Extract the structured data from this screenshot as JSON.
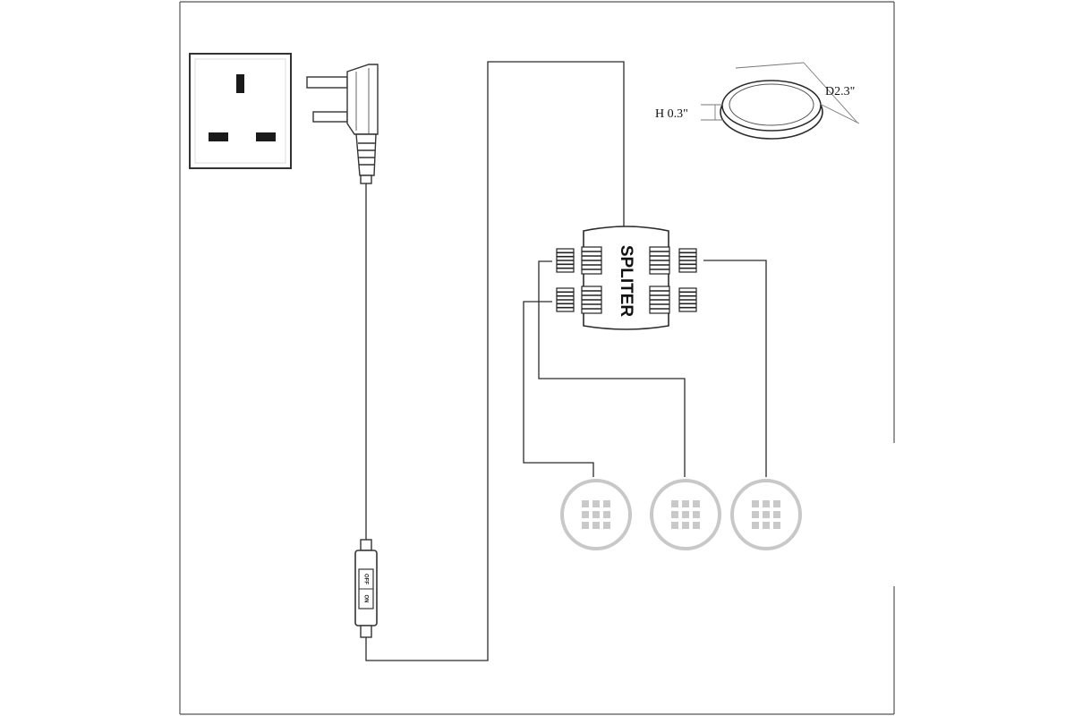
{
  "splitter": {
    "label": "SPLITER"
  },
  "switch": {
    "off_label": "OFF",
    "on_label": "ON"
  },
  "dimensions": {
    "height_label": "H 0.3\"",
    "diameter_label": "D2.3\""
  },
  "lights": [
    {
      "id": "light-1"
    },
    {
      "id": "light-2"
    },
    {
      "id": "light-3"
    }
  ],
  "colors": {
    "line": "#2b2b2b",
    "outline": "#3a3a3a",
    "light_outline": "#c8c8c8",
    "light_dot": "#c9c9c9",
    "socket_slot": "#1a1a1a"
  }
}
